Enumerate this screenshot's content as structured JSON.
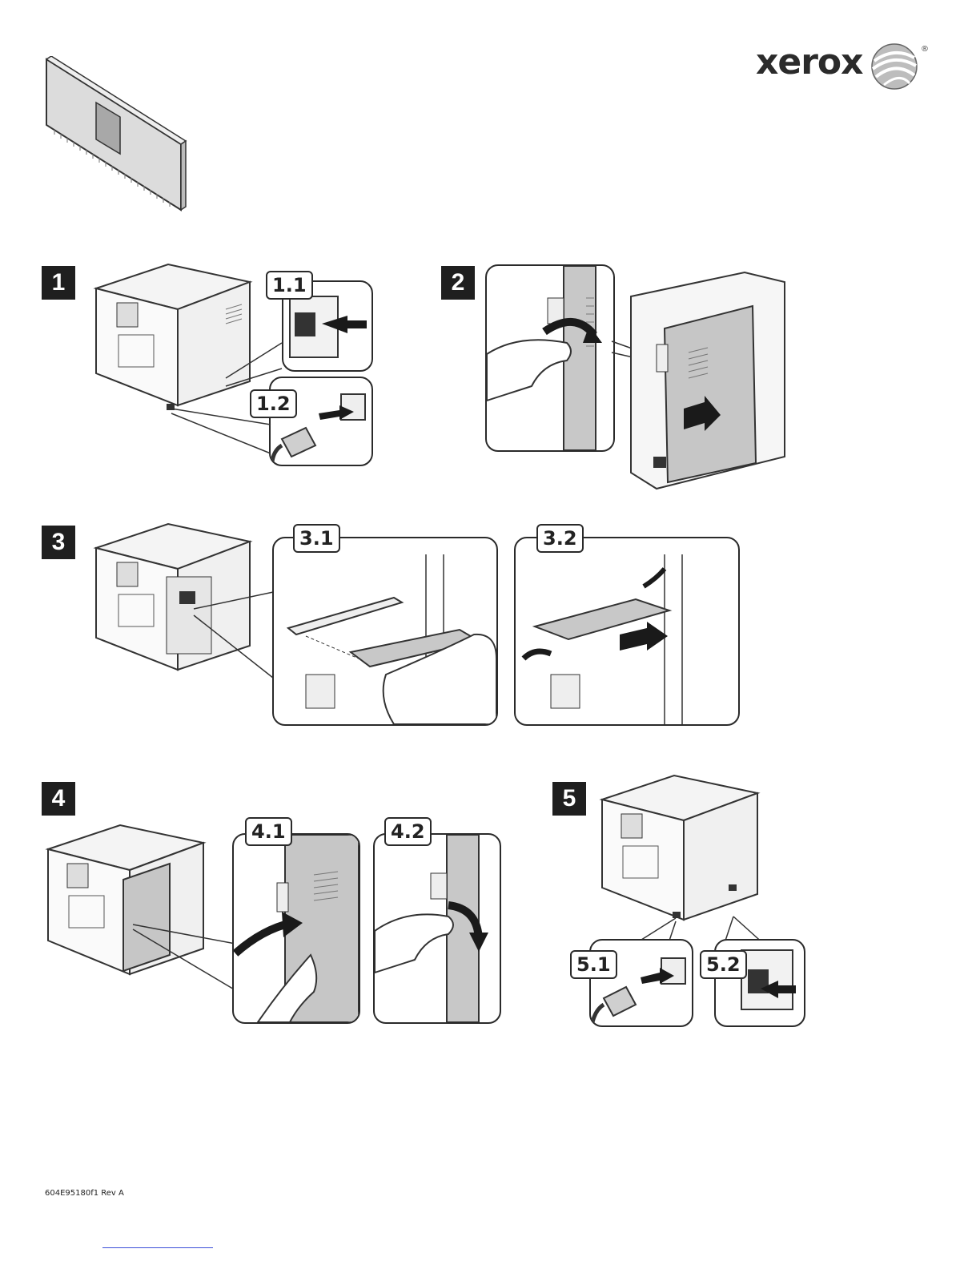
{
  "brand": {
    "name": "xerox",
    "registered": "®",
    "logo_icon": "sphere-logo-icon"
  },
  "steps": [
    {
      "number": "1",
      "subs": [
        "1.1",
        "1.2"
      ]
    },
    {
      "number": "2",
      "subs": []
    },
    {
      "number": "3",
      "subs": [
        "3.1",
        "3.2"
      ]
    },
    {
      "number": "4",
      "subs": [
        "4.1",
        "4.2"
      ]
    },
    {
      "number": "5",
      "subs": [
        "5.1",
        "5.2"
      ]
    }
  ],
  "footer": {
    "code": "604E95180f1 Rev A"
  }
}
